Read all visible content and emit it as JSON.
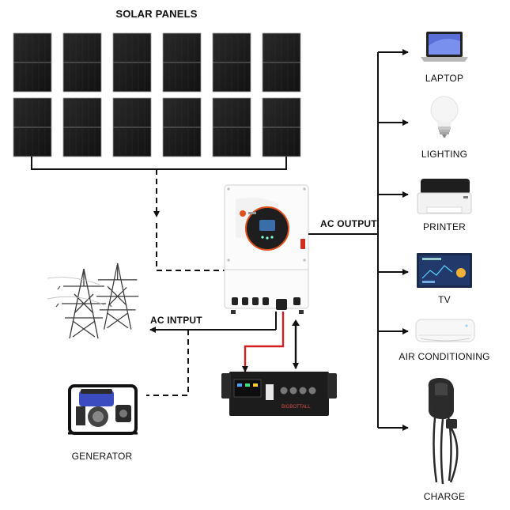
{
  "labels": {
    "solar_panels": "SOLAR PANELS",
    "ac_output": "AC OUTPUT",
    "ac_input": "AC  INTPUT",
    "generator": "GENERATOR",
    "laptop": "LAPTOP",
    "lighting": "LIGHTING",
    "printer": "PRINTER",
    "tv": "TV",
    "air_conditioning": "AIR CONDITIONING",
    "charge": "CHARGE",
    "battery_brand": "BIGBOTTALL"
  },
  "icons": {
    "panels": "solar-panel-icon",
    "inverter": "inverter-icon",
    "battery": "battery-rack-icon",
    "pylon": "power-pylon-icon",
    "generator": "generator-icon",
    "laptop": "laptop-icon",
    "bulb": "light-bulb-icon",
    "printer": "printer-icon",
    "tv": "tv-icon",
    "ac": "air-conditioner-icon",
    "charger": "ev-charger-icon"
  },
  "colors": {
    "line": "#111111",
    "battery_cable": "#d21f1f",
    "panel": "#1b1b1b",
    "inverter_accent": "#e0501b"
  }
}
